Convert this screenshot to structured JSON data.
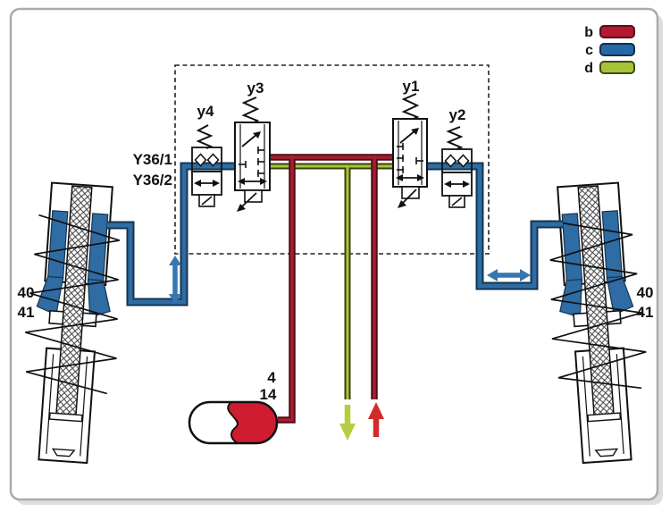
{
  "diagram": {
    "legend": {
      "entries": [
        {
          "label": "b",
          "color": "#b5182f"
        },
        {
          "label": "c",
          "color": "#2668a7"
        },
        {
          "label": "d",
          "color": "#a6c33a"
        }
      ]
    },
    "valve_block": {
      "line1": "Y36/1",
      "line2": "Y36/2",
      "valves": {
        "y4": "y4",
        "y3": "y3",
        "y1": "y1",
        "y2": "y2"
      }
    },
    "struts": {
      "label_line1": "40",
      "label_line2": "41"
    },
    "accumulator": {
      "label_line1": "4",
      "label_line2": "14"
    },
    "colors": {
      "line_b": "#a81e31",
      "line_c": "#2e6ca3",
      "line_d": "#a9c33c",
      "arrow_supply_red": "#d22b2b",
      "arrow_return_green": "#b6cd3f",
      "arrow_blue": "#3577b1",
      "accumulator_red": "#d01c30"
    }
  }
}
